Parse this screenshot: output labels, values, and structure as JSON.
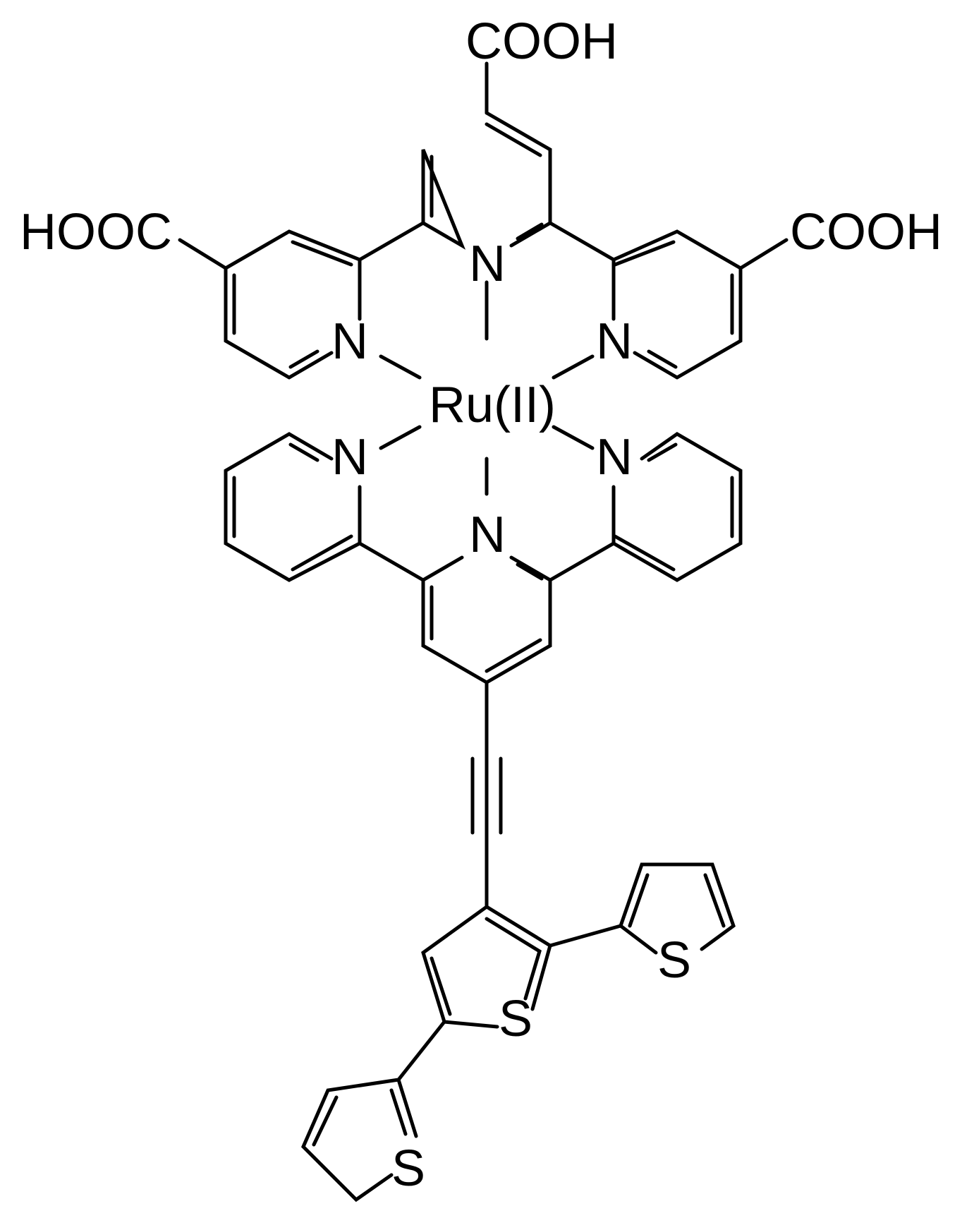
{
  "labels": {
    "cooh_top": "COOH",
    "cooh_left": "HOOC",
    "cooh_right": "COOH",
    "n_top_center": "N",
    "n_top_left": "N",
    "n_top_right": "N",
    "metal": "Ru(II)",
    "n_bottom_left": "N",
    "n_bottom_right": "N",
    "n_bottom_center": "N",
    "s_center": "S",
    "s_right": "S",
    "s_left": "S"
  }
}
